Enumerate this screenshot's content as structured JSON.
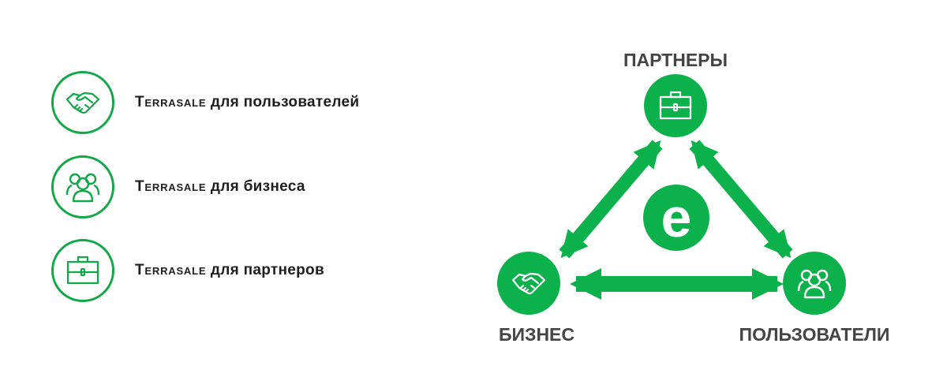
{
  "list": {
    "items": [
      {
        "brand": "Terrasale",
        "text": " для пользователей",
        "icon": "handshake-icon"
      },
      {
        "brand": "Terrasale",
        "text": " для бизнеса",
        "icon": "users-group-icon"
      },
      {
        "brand": "Terrasale",
        "text": " для партнеров",
        "icon": "briefcase-icon"
      }
    ]
  },
  "diagram": {
    "nodes": {
      "partners": {
        "label": "ПАРТНЕРЫ",
        "icon": "briefcase-icon"
      },
      "business": {
        "label": "БИЗНЕС",
        "icon": "handshake-icon"
      },
      "users": {
        "label": "ПОЛЬЗОВАТЕЛИ",
        "icon": "users-group-icon"
      }
    },
    "center_logo": "e"
  },
  "colors": {
    "accent": "#0db14b",
    "label": "#444444",
    "text": "#1e1e1e"
  }
}
